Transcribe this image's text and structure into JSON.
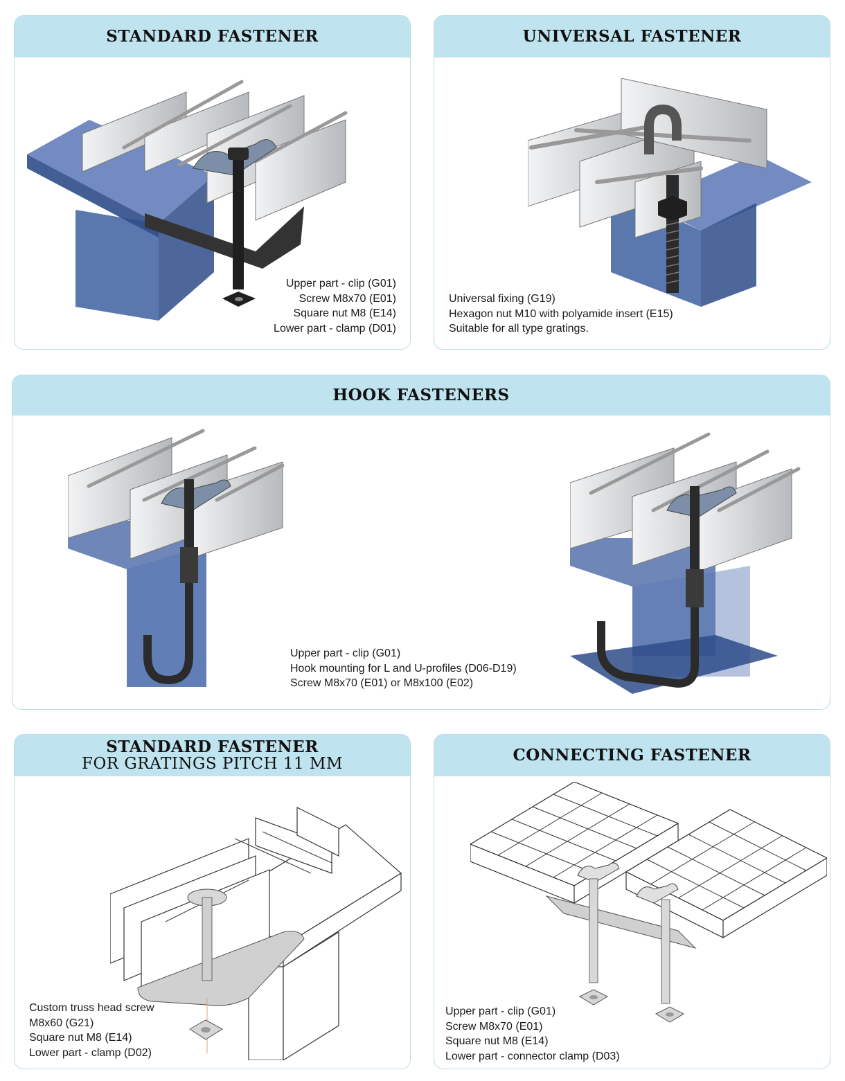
{
  "panels": {
    "standard": {
      "title": "STANDARD FASTENER",
      "lines": [
        "Upper part - clip (G01)",
        "Screw M8x70 (E01)",
        "Square nut M8 (E14)",
        "Lower part - clamp (D01)"
      ]
    },
    "universal": {
      "title": "UNIVERSAL FASTENER",
      "lines": [
        "Universal fixing (G19)",
        "Hexagon nut M10 with polyamide insert (E15)",
        "Suitable for all type gratings."
      ]
    },
    "hook": {
      "title": "HOOK FASTENERS",
      "lines": [
        "Upper part - clip (G01)",
        "Hook mounting for L and U-profiles (D06-D19)",
        "Screw M8x70 (E01) or M8x100 (E02)"
      ]
    },
    "standard11": {
      "title": "STANDARD FASTENER",
      "subtitle": "FOR GRATINGS PITCH 11 MM",
      "lines": [
        "Custom truss head screw",
        "M8x60 (G21)",
        "Square nut M8 (E14)",
        "Lower part - clamp (D02)"
      ]
    },
    "connecting": {
      "title": "CONNECTING FASTENER",
      "lines": [
        "Upper part - clip (G01)",
        "Screw M8x70 (E01)",
        "Square nut M8 (E14)",
        "Lower part - connector clamp (D03)"
      ]
    }
  },
  "colors": {
    "header": "#bfe3ef",
    "border": "#b9dbe8",
    "beam": "#3d5fa0",
    "grating": "#d4d6d9",
    "metal": "#2b2b2b"
  }
}
